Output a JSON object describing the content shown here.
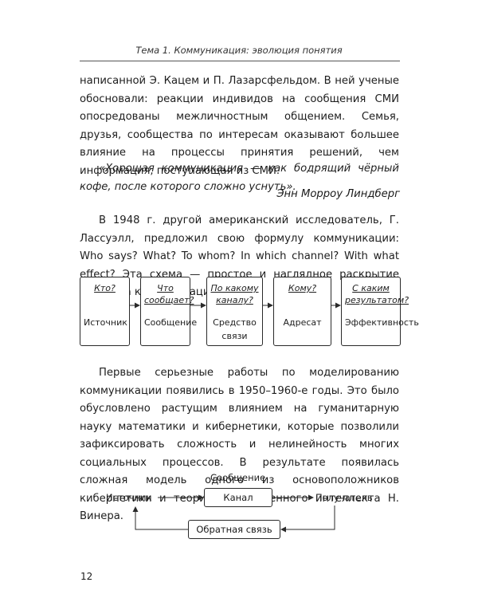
{
  "header": {
    "running_title": "Тема 1.  Коммуникация: эволюция понятия"
  },
  "paragraphs": {
    "p1": "написанной Э. Кацем и П. Лазарсфельдом. В ней ученые обосновали: реакции индивидов на сообщения СМИ опосредованы межличностным общением. Семья, друзья, сообщества по интересам оказывают большее влияние на процессы принятия решений, чем информация, поступающая из СМИ.",
    "quote": "«Хорошая коммуникация — как бодрящий чёрный кофе, после которого сложно уснуть».",
    "quote_author": "Энн Морроу Линдберг",
    "p2": "В 1948 г. другой американский исследователь, Г. Лассуэлл, предложил свою формулу коммуникации: Who says? What? To whom? In which channel? With what effect? Эта схема — простое и наглядное раскрытие процесса коммуникации.",
    "p3": "Первые серьезные работы по моделированию коммуникации появились в 1950–1960-е годы. Это было обусловлено растущим влиянием на гуманитарную науку математики и кибернетики, которые позволили зафиксировать сложность и нелинейность многих социальных процессов. В результате появилась сложная модель одного из основоположников кибернетики и теории искусственного интеллекта Н. Винера."
  },
  "lasswell_diagram": {
    "boxes": [
      {
        "question": "Кто?",
        "answer": "Источник"
      },
      {
        "question": "Что сообщает?",
        "answer": "Сообщение"
      },
      {
        "question": "По какому каналу?",
        "answer": "Средство связи"
      },
      {
        "question": "Кому?",
        "answer": "Адресат"
      },
      {
        "question": "С каким результатом?",
        "answer": "Эффективность"
      }
    ]
  },
  "wiener_diagram": {
    "message_label": "Сообщение",
    "source_label": "Источник",
    "channel_label": "Канал",
    "receiver_label": "Получатель",
    "feedback_label": "Обратная связь"
  },
  "page_number": "12"
}
